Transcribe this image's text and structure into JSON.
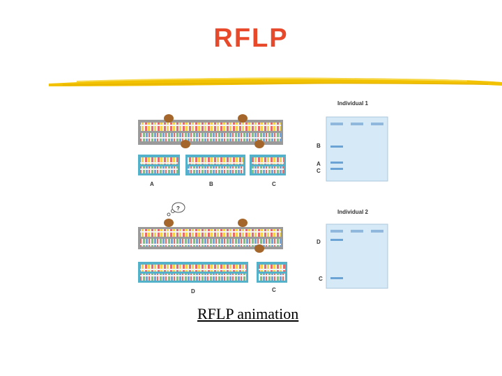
{
  "slide": {
    "title": "RFLP",
    "caption": "RFLP animation"
  },
  "figure": {
    "gel1": {
      "header": "Individual 1",
      "band_labels": [
        "B",
        "A",
        "C"
      ]
    },
    "gel2": {
      "header": "Individual 2",
      "band_labels": [
        "D",
        "C"
      ]
    },
    "top_fragment_labels": [
      "A",
      "B",
      "C"
    ],
    "bottom_fragment_labels": [
      "D",
      "C"
    ],
    "question_mark": "?",
    "colors": {
      "title": "#e8492a",
      "underline": "#f2c200",
      "gel": "#d5e9f7",
      "band": "#6aa3d4",
      "dna_backbone": "#9a9a9a",
      "enzyme": "#a4662a"
    }
  }
}
